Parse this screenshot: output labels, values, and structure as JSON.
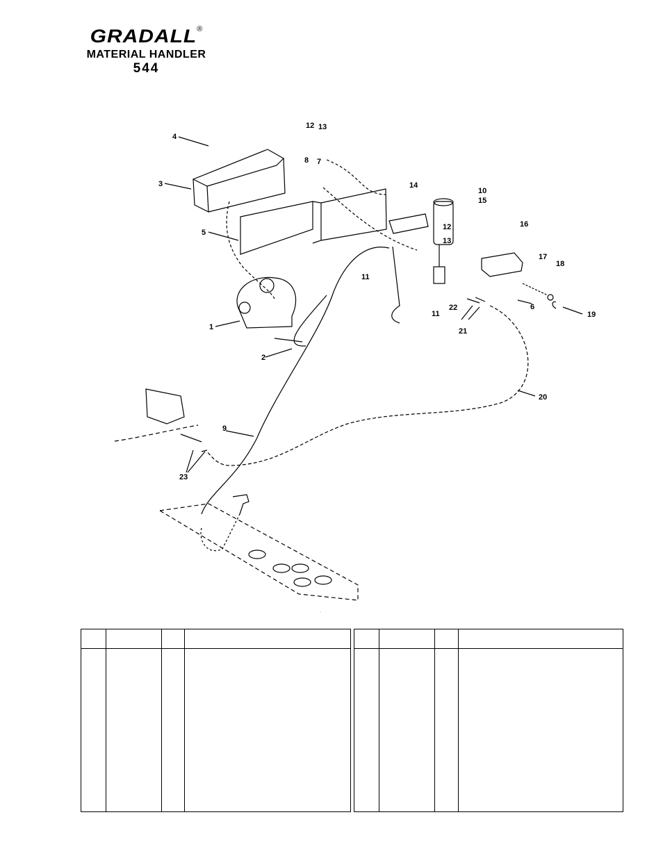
{
  "header": {
    "brand": "GRADALL",
    "registered": "®",
    "subtitle": "MATERIAL HANDLER",
    "model": "544"
  },
  "diagram": {
    "callouts": [
      "1",
      "2",
      "3",
      "4",
      "5",
      "6",
      "7",
      "8",
      "9",
      "10",
      "11",
      "11",
      "12",
      "12",
      "13",
      "13",
      "14",
      "15",
      "16",
      "17",
      "18",
      "19",
      "20",
      "21",
      "22",
      "23"
    ]
  },
  "tables": {
    "left": {
      "columns": [
        "",
        "",
        "",
        ""
      ]
    },
    "right": {
      "columns": [
        "",
        "",
        "",
        ""
      ]
    }
  }
}
